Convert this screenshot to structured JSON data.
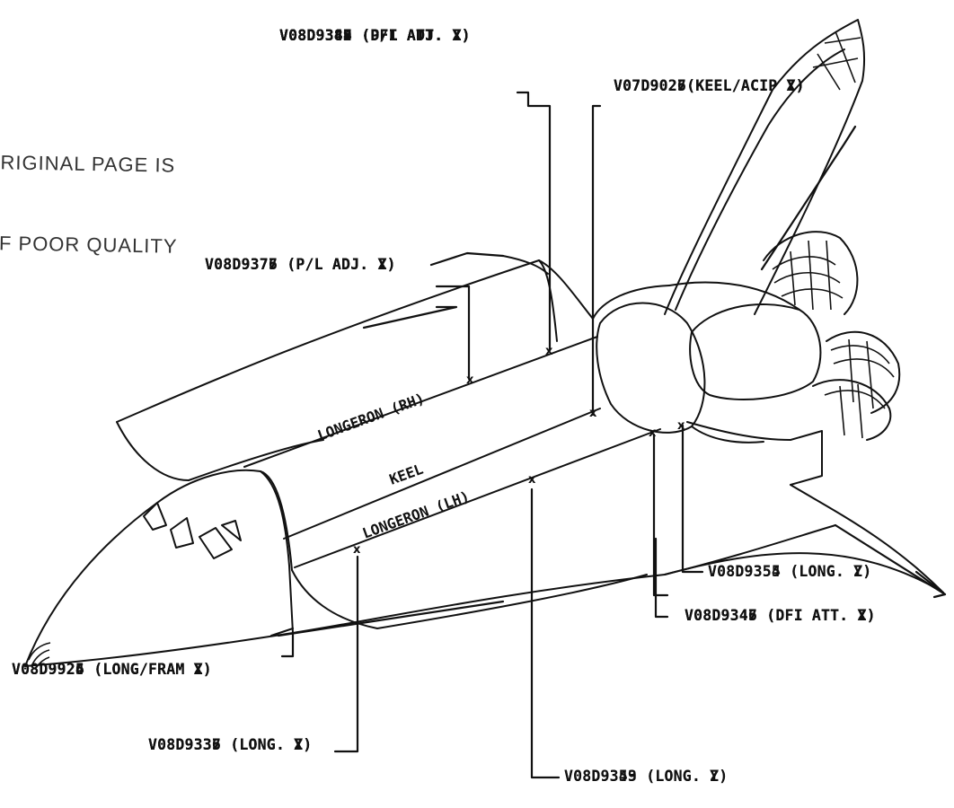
{
  "stamp": {
    "line1": "RIGINAL PAGE IS",
    "line2": "F POOR QUALITY"
  },
  "structure_labels": {
    "longeron_rh": "LONGERON (RH)",
    "keel": "KEEL",
    "longeron_lh": "LONGERON (LH)"
  },
  "callouts": {
    "dfi_att_top": [
      "V08D9342 (DFI ATT. X)",
      "V08D9343 (DFI ATT. Y)",
      "V08D9344 (DFI ATT. Z)",
      "V08D9387 (P/L ADJ. X)",
      "V08D9388 (P/L ADJ. Y)",
      "V08D9389 (P/L ADJ. Z)"
    ],
    "keel_acip": [
      "V07D9025(KEEL/ACIP X)",
      "V07D9026(KEEL/ACIP Y)",
      "V07D9027(KEEL/ACIP Z)"
    ],
    "pl_adj": [
      "V08D9375 (P/L ADJ. X)",
      "V08D9376 (P/L ADJ. Y)",
      "V08D9377 (P/L ADJ. Z)"
    ],
    "long_yz_right": [
      "V08D9354 (LONG. Y)",
      "V08D9355 (LONG. Z)"
    ],
    "dfi_att_right": [
      "V08D9345 (DFI ATT. X)",
      "V08D9346 (DFI ATT. Y)",
      "V08D9347 (DFI ATT. Z)"
    ],
    "long_fram": [
      "V08D9924 (LONG/FRAM X)",
      "V08D9925 (LONG/FRAM Y)",
      "V08D9926 (LONG/FRAM Z)"
    ],
    "long_xyz": [
      "V08D9335 (LONG. X)",
      "V08D9336 (LONG. Y)",
      "V08D9337 (LONG. Z)"
    ],
    "long_bottom": [
      "V08D9349 (LONG. Y)",
      "V08D9353 (LONG. Z)"
    ]
  },
  "marker_symbol": "x"
}
